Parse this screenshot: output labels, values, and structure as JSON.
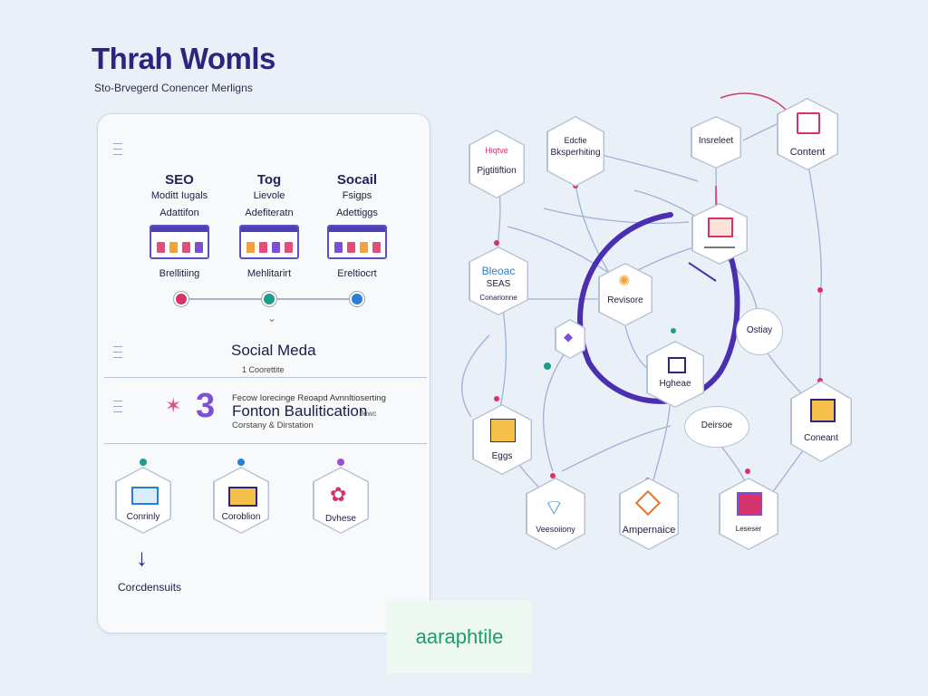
{
  "header": {
    "title": "Thrah Womls",
    "subtitle": "Sto-Brvegerd Conencer Merligns"
  },
  "left_panel": {
    "columns": [
      {
        "heading": "SEO",
        "line1": "Moditt Iugals",
        "line2": "Adattifon",
        "footer": "Brellitiing"
      },
      {
        "heading": "Tog",
        "line1": "Lievole",
        "line2": "Adefiteratn",
        "footer": "Mehlitarirt"
      },
      {
        "heading": "Socail",
        "line1": "Fsigps",
        "line2": "Adettiggs",
        "footer": "Ereltiocrt"
      }
    ],
    "social": {
      "title": "Social Meda",
      "subtitle": "1 Coorettite"
    },
    "funnel": {
      "number": "3",
      "top_text": "Fecow Iorecinge Reoapd Avnnltioserting",
      "title": "Fonton Baulitication",
      "small_text": "Jewc",
      "sub_text": "Corstany & Dirstation"
    },
    "bottom_nodes": [
      {
        "label": "Conrinly",
        "color": "#2aa0c8"
      },
      {
        "label": "Coroblion",
        "color": "#2aa0c8"
      },
      {
        "label": "Dvhese",
        "color": "#9b52c9"
      }
    ],
    "conversion_label": "Corcdensuits"
  },
  "watermark": "aaraphtile",
  "network": {
    "nodes": [
      {
        "id": "pjghtoie",
        "label": "Pjgtitiftion",
        "top": "Hiqtve"
      },
      {
        "id": "bksperhiting",
        "label": "Bksperhiting",
        "top": "Edcfie"
      },
      {
        "id": "insreleet",
        "label": "Insreleet",
        "top": ""
      },
      {
        "id": "content",
        "label": "Content",
        "top": ""
      },
      {
        "id": "bleoaa",
        "label": "SEAS",
        "top": "Bleoac",
        "bottom": "Conarionne"
      },
      {
        "id": "reviso",
        "label": "Revisore",
        "top": ""
      },
      {
        "id": "ostiay",
        "label": "Ostiay",
        "top": ""
      },
      {
        "id": "hgheae",
        "label": "Hgheae",
        "top": ""
      },
      {
        "id": "deirsoe",
        "label": "Deirsoe",
        "top": ""
      },
      {
        "id": "eggs",
        "label": "Eggs",
        "top": ""
      },
      {
        "id": "conseant",
        "label": "Coneant",
        "top": ""
      },
      {
        "id": "vesoiiny",
        "label": "Veesoiiony",
        "top": ""
      },
      {
        "id": "ampnaie",
        "label": "Ampernaice",
        "top": ""
      },
      {
        "id": "leseser",
        "label": "Leseser",
        "top": ""
      }
    ],
    "accent": "#4b2fb0"
  }
}
